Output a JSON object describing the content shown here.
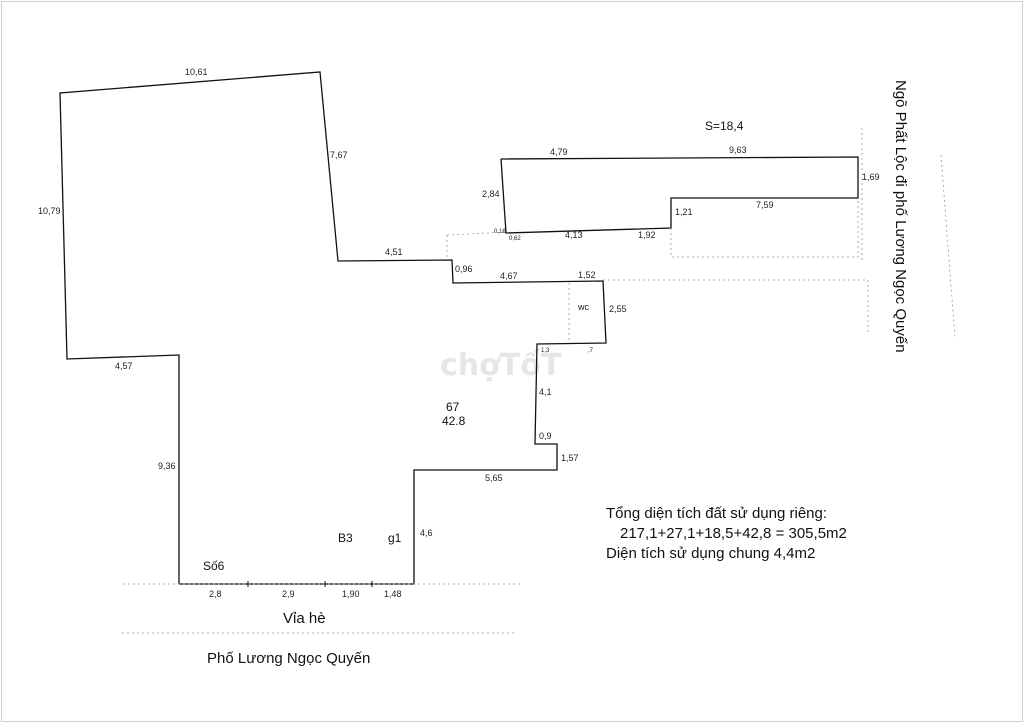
{
  "dims": {
    "top": "10,61",
    "left": "10,79",
    "upper_right": "7,67",
    "step_right": "4,51",
    "step_left": "4,57",
    "left_low": "9,36",
    "plot_0_96": "0,96",
    "plot_4_67": "4,67",
    "plot_1_52": "1,52",
    "plot_2_55": "2,55",
    "plot_1_3": "1,3",
    "plot_1_7": ",7",
    "plot_4_1": "4,1",
    "plot_0_9": "0,9",
    "plot_1_57": "1,57",
    "plot_5_65": "5,65",
    "plot_4_6": "4,6",
    "bottom_2_8": "2,8",
    "bottom_2_9": "2,9",
    "bottom_1_90": "1,90",
    "bottom_1_48": "1,48",
    "upper_4_79": "4,79",
    "upper_9_63": "9,63",
    "upper_2_84": "2,84",
    "upper_1_69": "1,69",
    "upper_1_21": "1,21",
    "upper_7_59": "7,59",
    "upper_4_13": "4,13",
    "upper_1_92": "1,92",
    "upper_0_16": "0,16",
    "upper_0_62": "0,62"
  },
  "labels": {
    "area_small": "S=18,4",
    "wc": "wc",
    "plot_no": "67",
    "plot_area": "42.8",
    "b3": "B3",
    "g1": "g1",
    "so6": "Số6",
    "sidewalk": "Vỉa hè",
    "street": "Phố Lương Ngọc Quyến",
    "side_street": "Ngõ Phất Lộc đi phố Lương Ngọc Quyến"
  },
  "summary": {
    "line1": "Tổng diện tích đất sử dụng riêng:",
    "line2": "217,1+27,1+18,5+42,8 = 305,5m2",
    "line3": "Diện tích sử dụng chung 4,4m2"
  },
  "watermark": "chợTốT"
}
